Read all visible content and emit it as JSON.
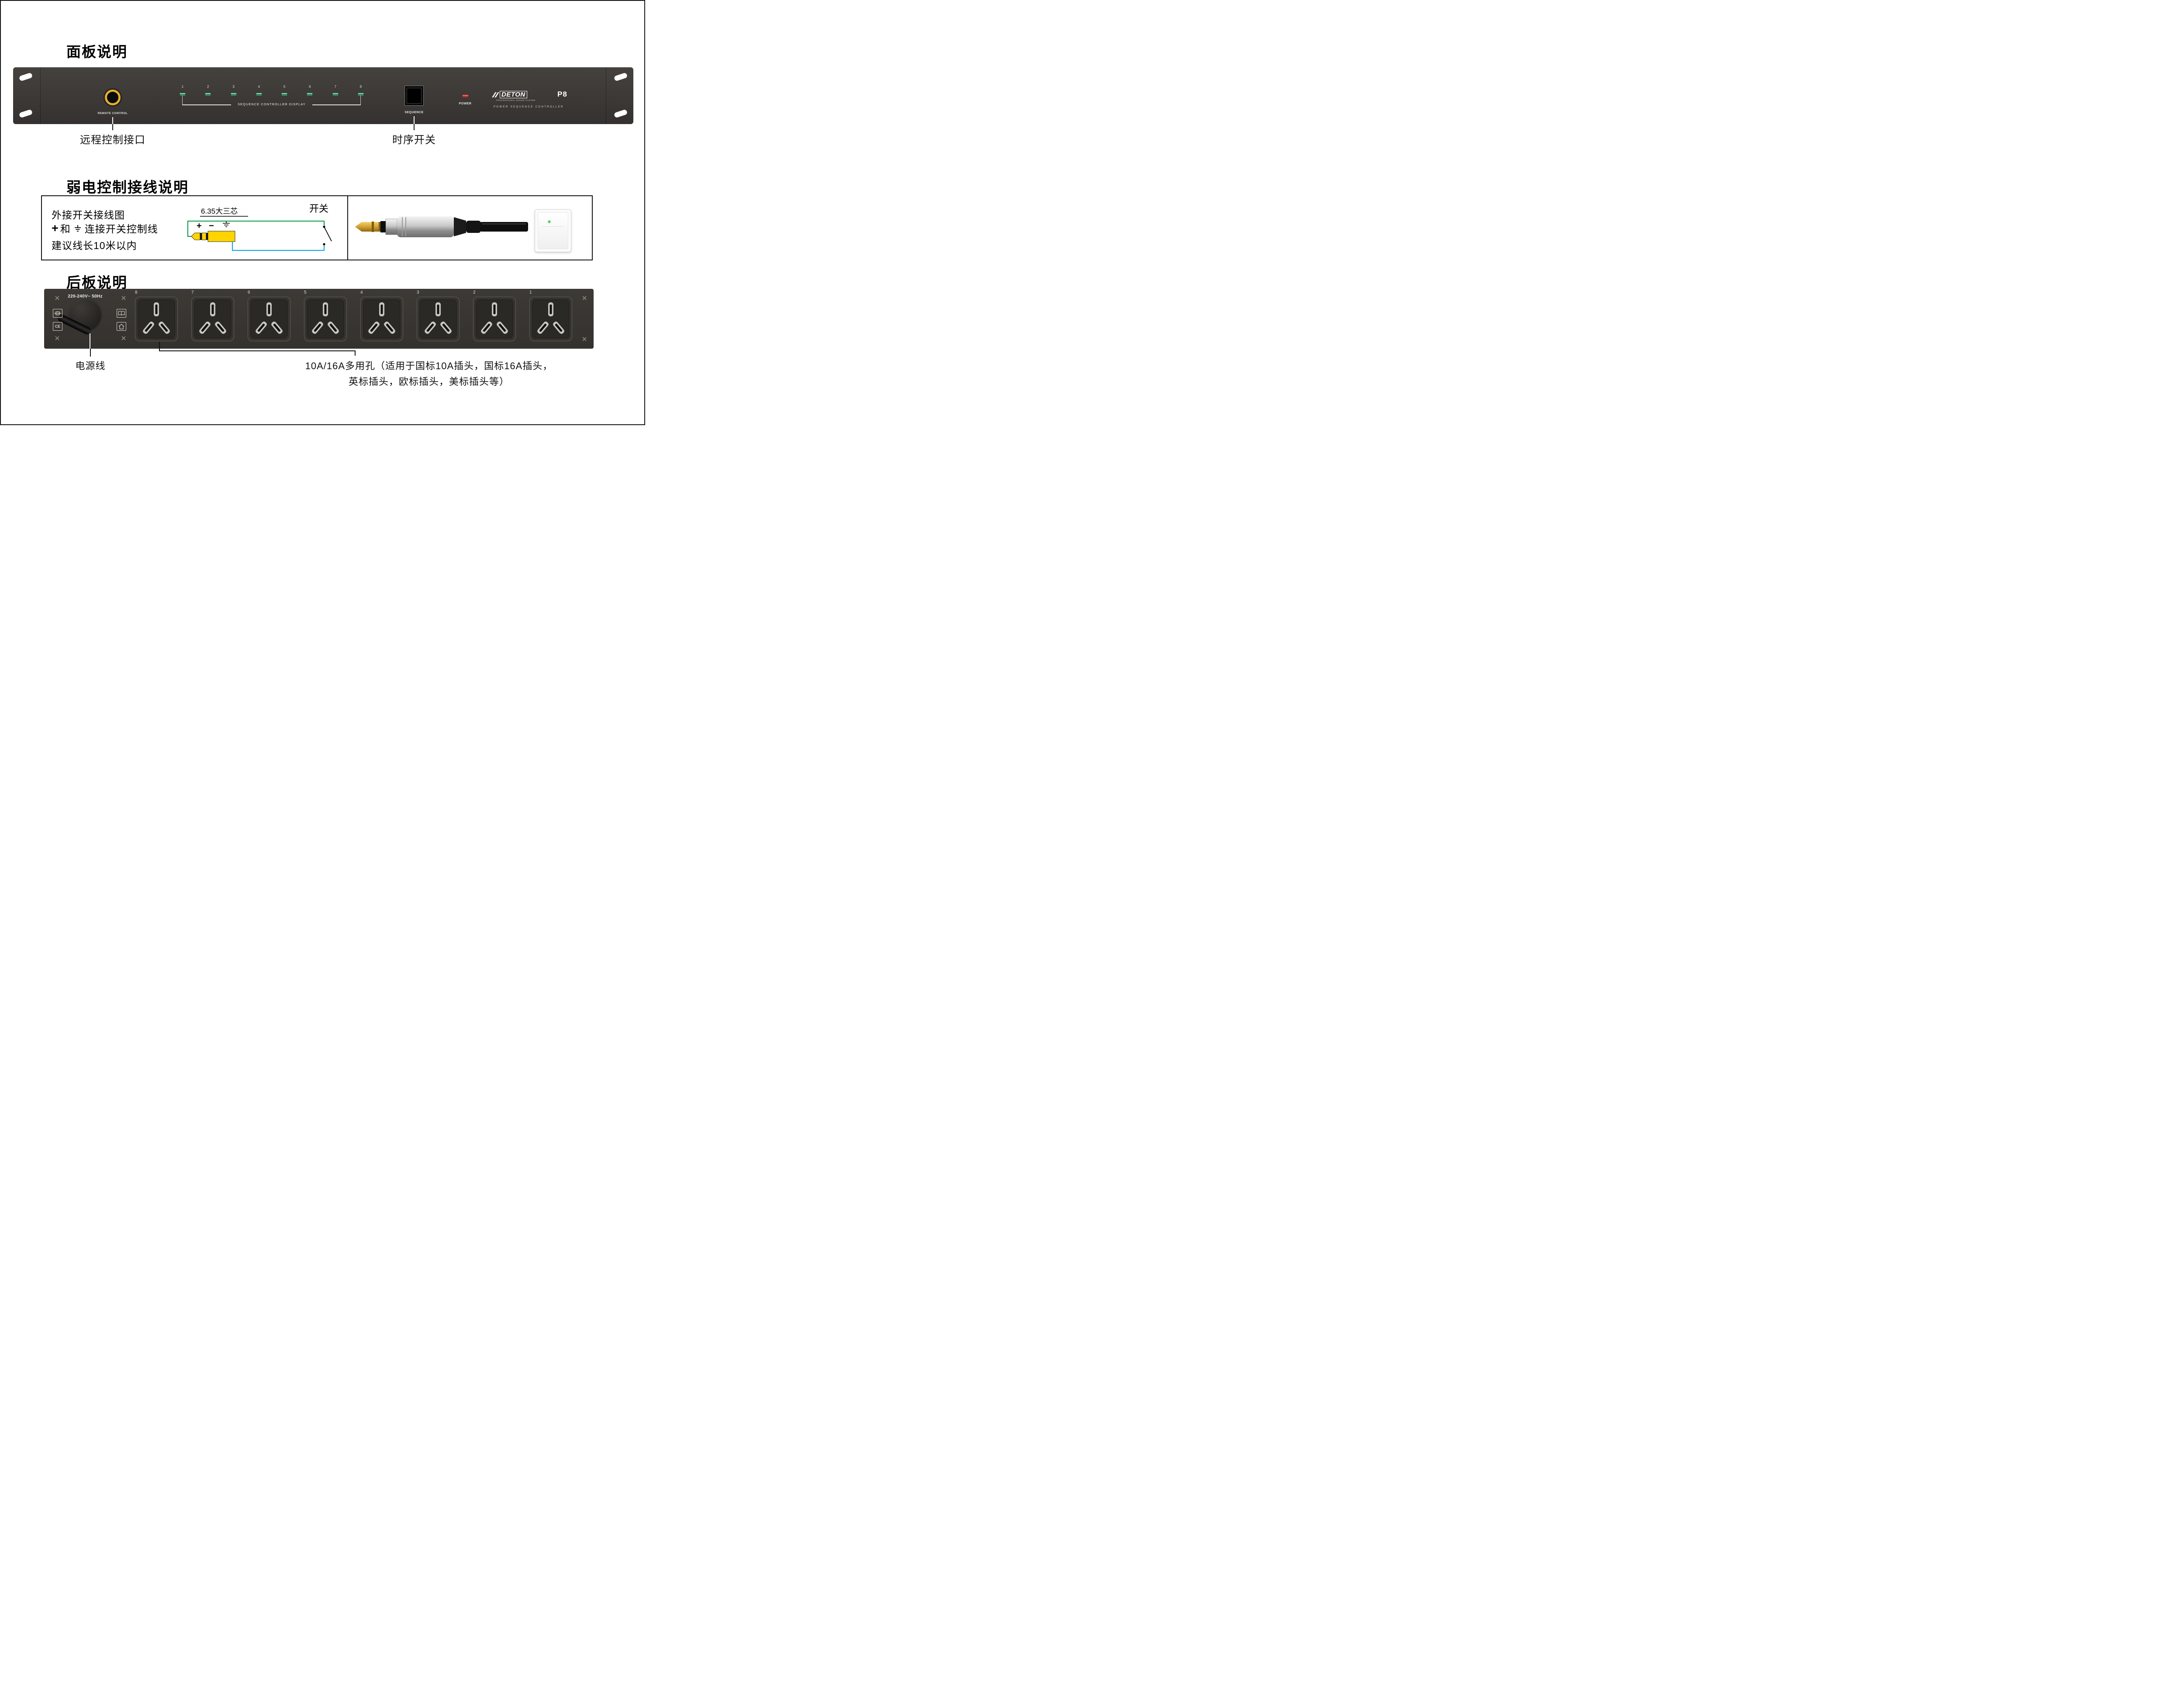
{
  "front_section": {
    "title": "面板说明",
    "panel": {
      "remote_control_label": "REMOTE CONTROL",
      "led_numbers": [
        "1",
        "2",
        "3",
        "4",
        "5",
        "6",
        "7",
        "8"
      ],
      "display_caption": "SEQUENCE CONTROLLER DISPLAY",
      "sequence_label": "SEQUENCE",
      "power_label": "POWER",
      "brand": "DETON",
      "brand_tagline": "PROFESSIONAL SOUND SYSTEM",
      "model": "P8",
      "product_name": "POWER SEQUENCE CONTROLLER"
    },
    "callouts": {
      "remote": "远程控制接口",
      "sequence": "时序开关"
    }
  },
  "wiring_section": {
    "title": "弱电控制接线说明",
    "line1": "外接开关接线图",
    "line2_plus": "+",
    "line2_and": "和",
    "line2_suffix": "连接开关控制线",
    "line3": "建议线长10米以内",
    "plug_type": "6.35大三芯",
    "plus": "+",
    "minus": "−",
    "switch_label": "开关"
  },
  "rear_section": {
    "title": "后板说明",
    "voltage": "220-240V~ 50Hz",
    "ce_mark": "CE",
    "outlet_numbers": [
      "8",
      "7",
      "6",
      "5",
      "4",
      "3",
      "2",
      "1"
    ],
    "callouts": {
      "power_cord": "电源线",
      "outlets_line1": "10A/16A多用孔（适用于国标10A插头，国标16A插头，",
      "outlets_line2": "英标插头，欧标插头，美标插头等）"
    }
  },
  "colors": {
    "led_green": "#2f9e63",
    "power_led_red": "#e03c31",
    "jack_gold": "#e2ae2f",
    "wire_green": "#009a44",
    "wire_blue": "#00a0e9",
    "plug_yellow": "#ffd400",
    "panel_dark": "#3a3733"
  }
}
